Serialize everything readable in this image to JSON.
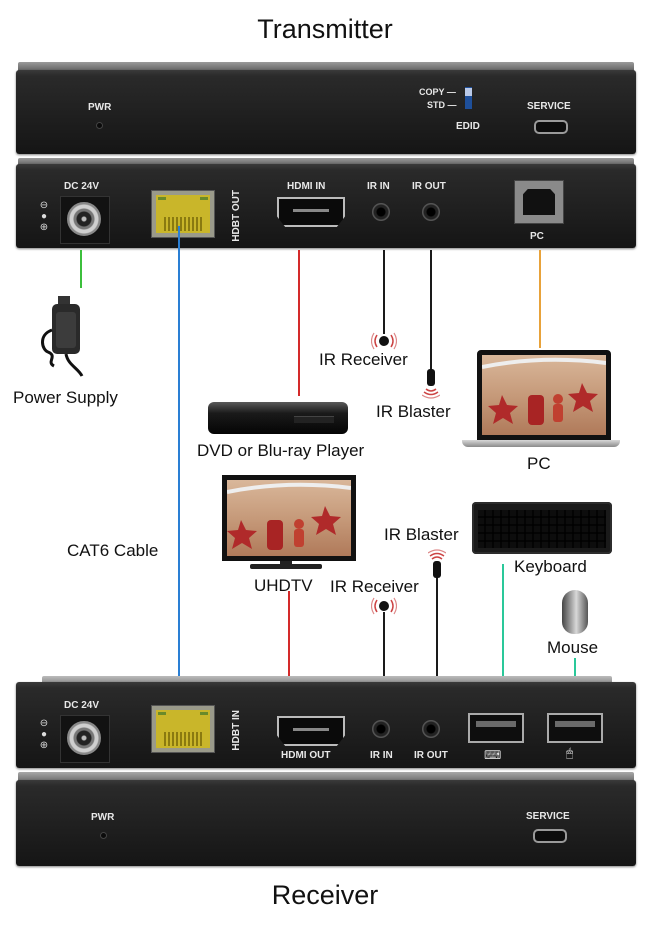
{
  "diagram": {
    "title_top": "Transmitter",
    "title_bottom": "Receiver",
    "transmitter": {
      "front_panel": {
        "pwr_label": "PWR",
        "switch_copy_label": "COPY",
        "switch_std_label": "STD",
        "switch_name": "EDID",
        "service_label": "SERVICE"
      },
      "rear_panel": {
        "dc_label": "DC 24V",
        "hdbt_label": "HDBT OUT",
        "hdmi_label": "HDMI IN",
        "ir_in_label": "IR IN",
        "ir_out_label": "IR OUT",
        "pc_label": "PC"
      }
    },
    "receiver": {
      "rear_panel": {
        "dc_label": "DC 24V",
        "hdbt_label": "HDBT IN",
        "hdmi_label": "HDMI OUT",
        "ir_in_label": "IR IN",
        "ir_out_label": "IR OUT",
        "usb1_icon": "keyboard-icon",
        "usb2_icon": "mouse-icon"
      },
      "front_panel": {
        "pwr_label": "PWR",
        "service_label": "SERVICE"
      }
    },
    "devices": {
      "power_supply": "Power Supply",
      "dvd_player": "DVD or Blu-ray Player",
      "ir_receiver_tx": "IR Receiver",
      "ir_blaster_tx": "IR Blaster",
      "pc": "PC",
      "cat6_cable": "CAT6 Cable",
      "uhdtv": "UHDTV",
      "ir_blaster_rx": "IR Blaster",
      "ir_receiver_rx": "IR Receiver",
      "keyboard": "Keyboard",
      "mouse": "Mouse"
    },
    "wire_colors": {
      "power": "#3cbf3c",
      "cat6": "#2a7fd4",
      "hdmi": "#d42a2a",
      "ir": "#1a1a1a",
      "usb_pc": "#e8a23a",
      "usb_hid": "#2ac89a"
    }
  }
}
